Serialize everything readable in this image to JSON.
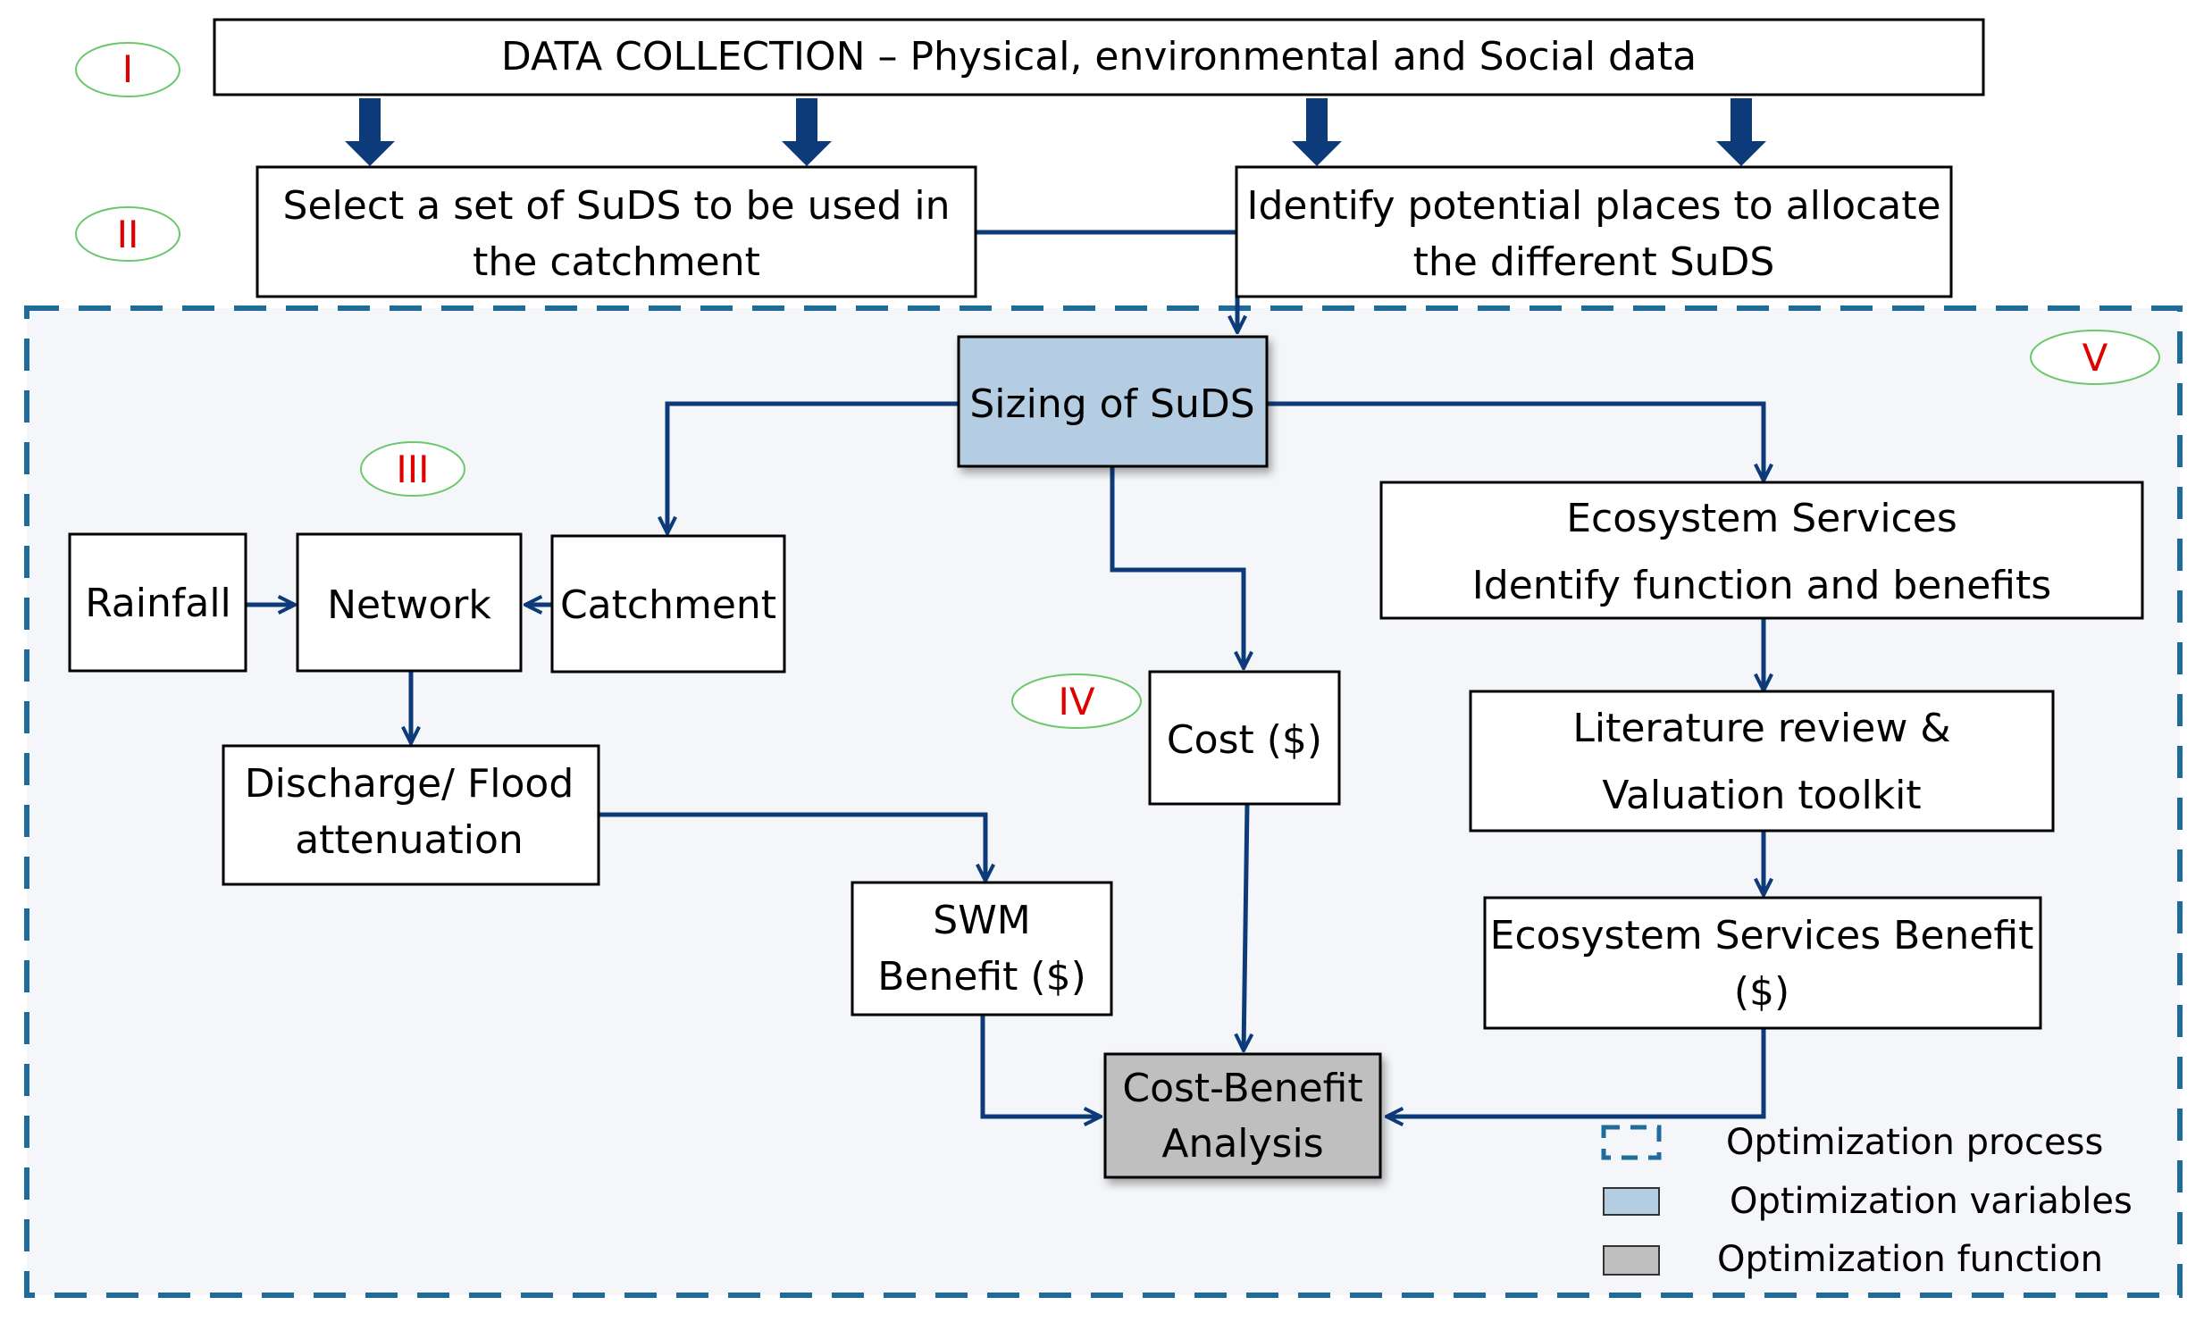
{
  "stages": {
    "s1": "I",
    "s2": "II",
    "s3": "III",
    "s4": "IV",
    "s5": "V"
  },
  "boxes": {
    "data_collection": "DATA COLLECTION – Physical, environmental and Social data",
    "select_suds": [
      "Select a set of SuDS to be used in",
      "the catchment"
    ],
    "identify_places": [
      "Identify potential places to allocate",
      "the different SuDS"
    ],
    "sizing": "Sizing of SuDS",
    "rainfall": "Rainfall",
    "network": "Network",
    "catchment": "Catchment",
    "discharge": [
      "Discharge/ Flood",
      "attenuation"
    ],
    "cost": "Cost ($)",
    "swm": [
      "SWM",
      "Benefit ($)"
    ],
    "ecosystem": [
      "Ecosystem Services",
      "Identify function and benefits"
    ],
    "literature": [
      "Literature review &",
      "Valuation toolkit"
    ],
    "es_benefit": [
      "Ecosystem Services Benefit",
      "($)"
    ],
    "cba": [
      "Cost-Benefit",
      "Analysis"
    ]
  },
  "legend": {
    "process": "Optimization process",
    "variables": "Optimization variables",
    "function": "Optimization function"
  },
  "colors": {
    "arrow": "#0d3b7a",
    "dashed_border": "#1f6b9a",
    "region_fill": "#f4f6f9",
    "variables_fill": "#b4cde3",
    "function_fill": "#bfbfbf",
    "stage_ellipse": "#6cc86c",
    "stage_text": "#e00000"
  }
}
